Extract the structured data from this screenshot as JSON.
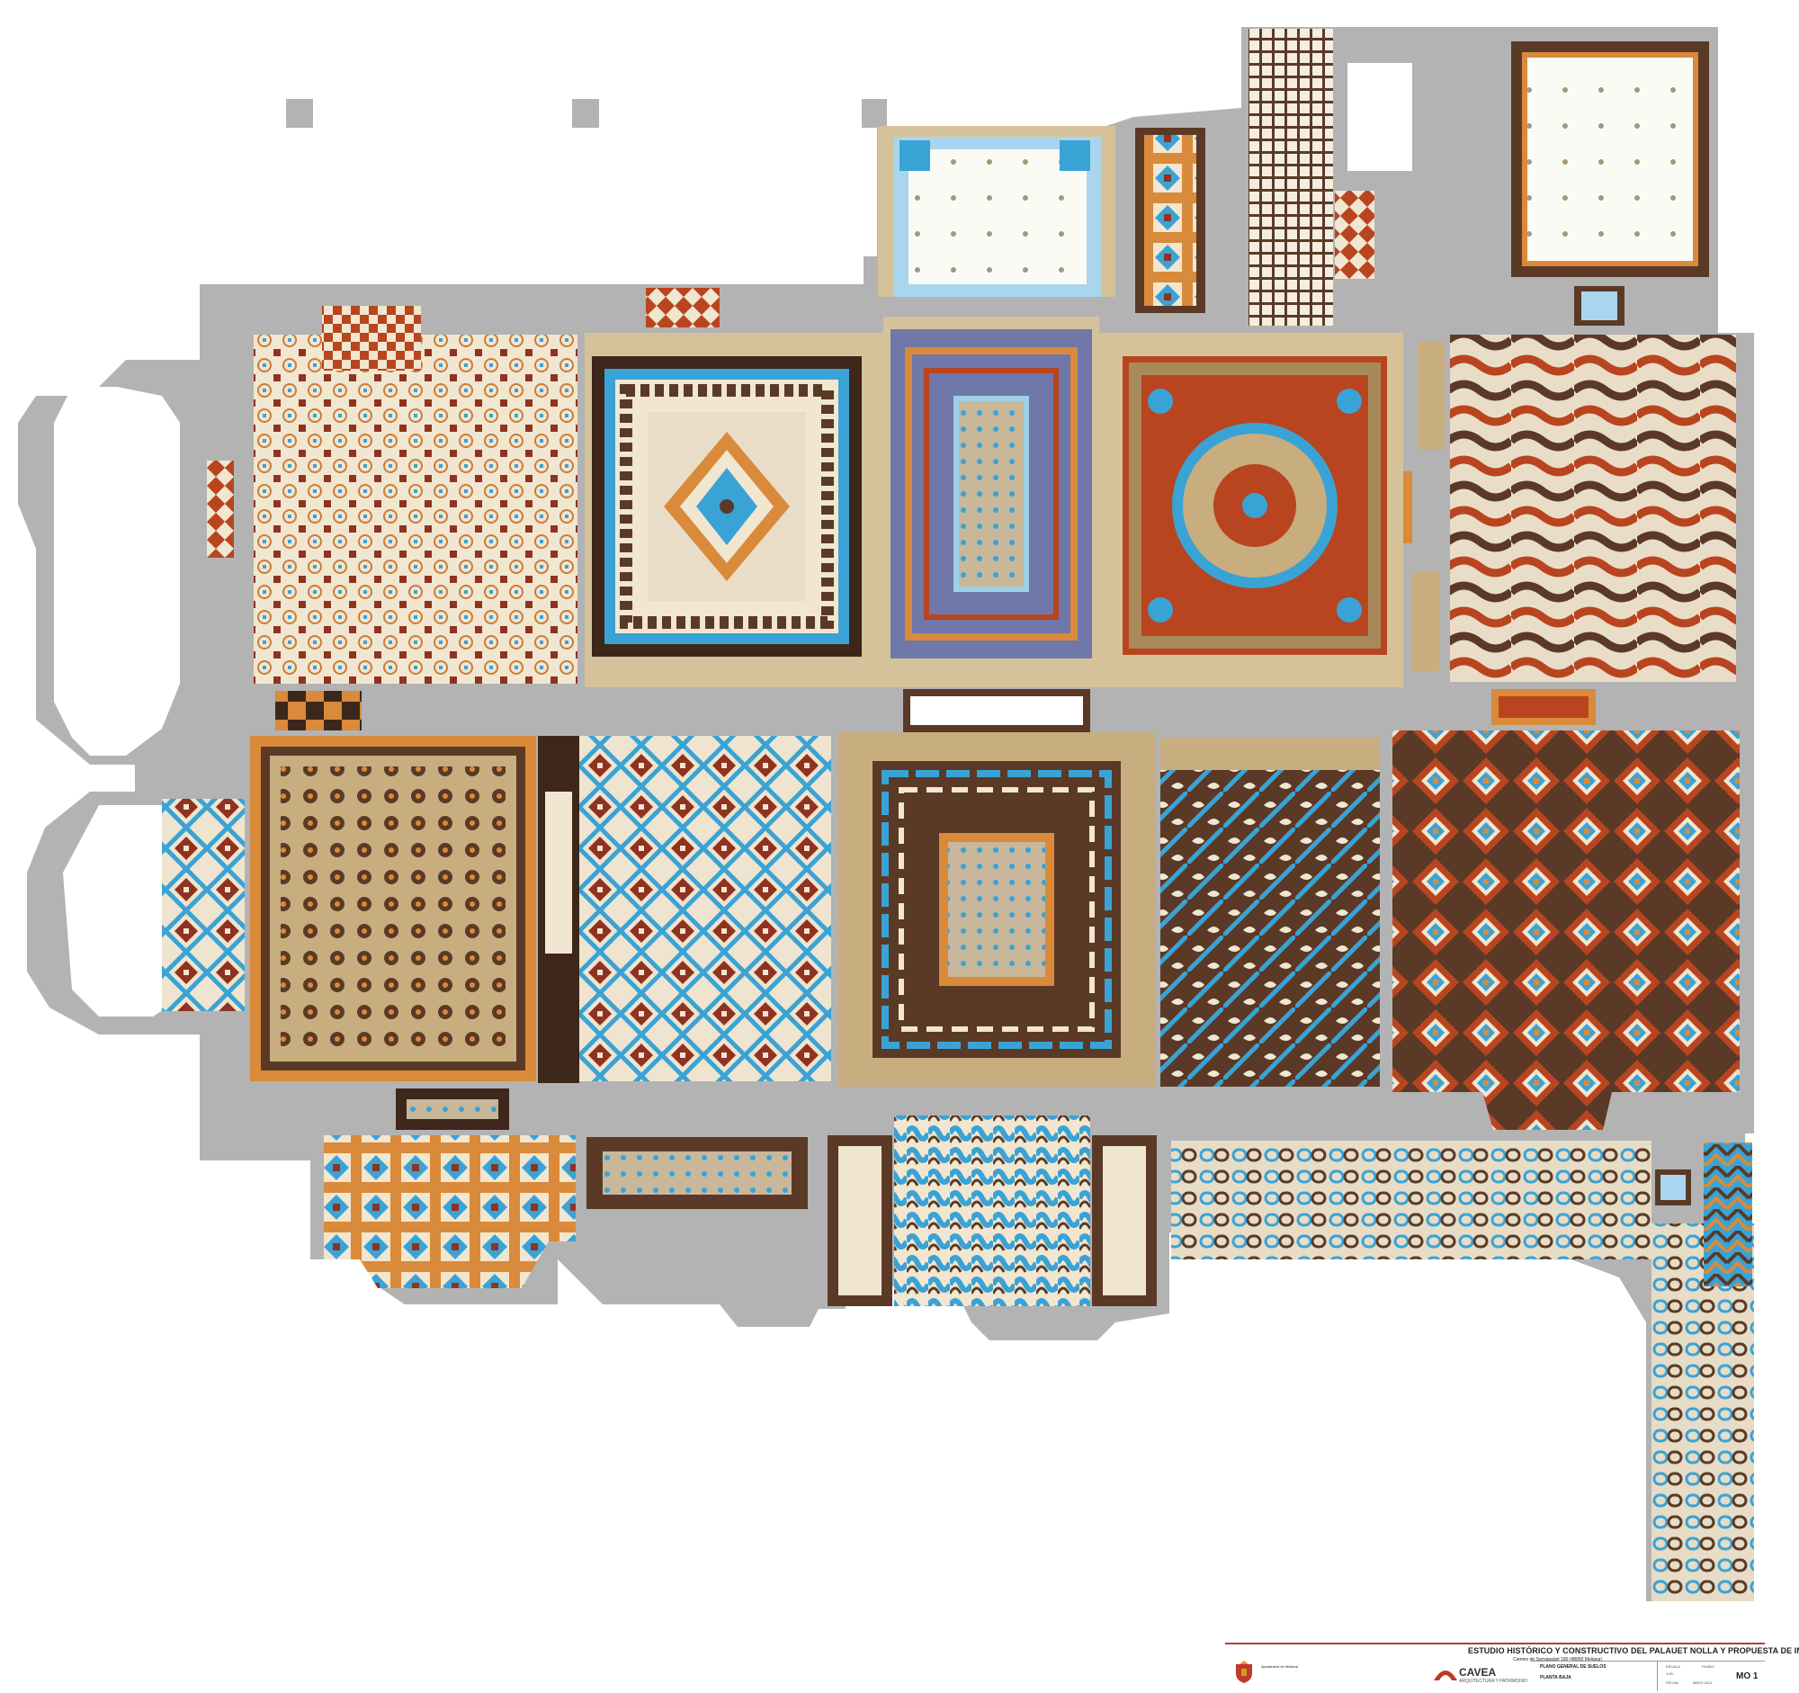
{
  "colors": {
    "wall": "#b3b3b3",
    "wall_dark": "#a6a6a6",
    "beige": "#d6c29a",
    "sand": "#c8ad7f",
    "brown": "#5a3a26",
    "dark_brown": "#3d271a",
    "rust": "#b8451f",
    "orange": "#d98a3a",
    "blue": "#3aa3d6",
    "light_blue": "#a9d6ee",
    "cream": "#f1e6d0",
    "slate": "#6f78a8",
    "red_brown": "#8f3320"
  },
  "title_block": {
    "title": "ESTUDIO HISTÓRICO Y CONSTRUCTIVO DEL PALAUET NOLLA Y PROPUESTA DE INTERVENCIÓN",
    "subtitle": "Camino de Sarratagüet 180 (48950 Meliana)",
    "client": "Ajuntament de Meliana",
    "brand": "CAVEA",
    "brand_sub": "ARQUITECTURA Y PATRIMONIO",
    "plan_name": "PLANO GENERAL DE SUELOS",
    "plan_sub": "PLANTA BAJA",
    "scale_label": "ESCALA",
    "scale_value": "1:50",
    "plan_label": "PLANO",
    "date_label": "FECHA",
    "date_value": "MAYO 2011",
    "plan_code": "MO 1"
  }
}
